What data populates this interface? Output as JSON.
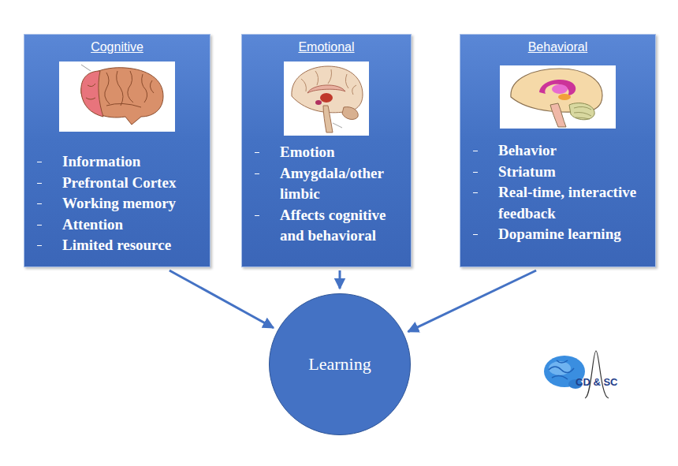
{
  "diagram": {
    "nodes": [
      {
        "text": [
          "Cognitive",
          "Information",
          "Prefrontal Cortex",
          "Working memory",
          "Attention",
          "Limited resource"
        ]
      },
      {
        "text": [
          "Emotional",
          "Emotion",
          "Amygdala/other limbic",
          "Affects cognitive and behavioral"
        ]
      },
      {
        "text": [
          "Behavioral",
          "Behavior",
          "Striatum",
          "Real-time, interactive feedback",
          "Dopamine learning"
        ]
      },
      {
        "text": [
          "Learning"
        ]
      }
    ],
    "edges": [
      {
        "from": 0,
        "to": 3,
        "arrow": "to"
      },
      {
        "from": 1,
        "to": 3,
        "arrow": "to"
      },
      {
        "from": 2,
        "to": 3,
        "arrow": "to"
      }
    ],
    "labels": [
      "CD & SC"
    ]
  }
}
